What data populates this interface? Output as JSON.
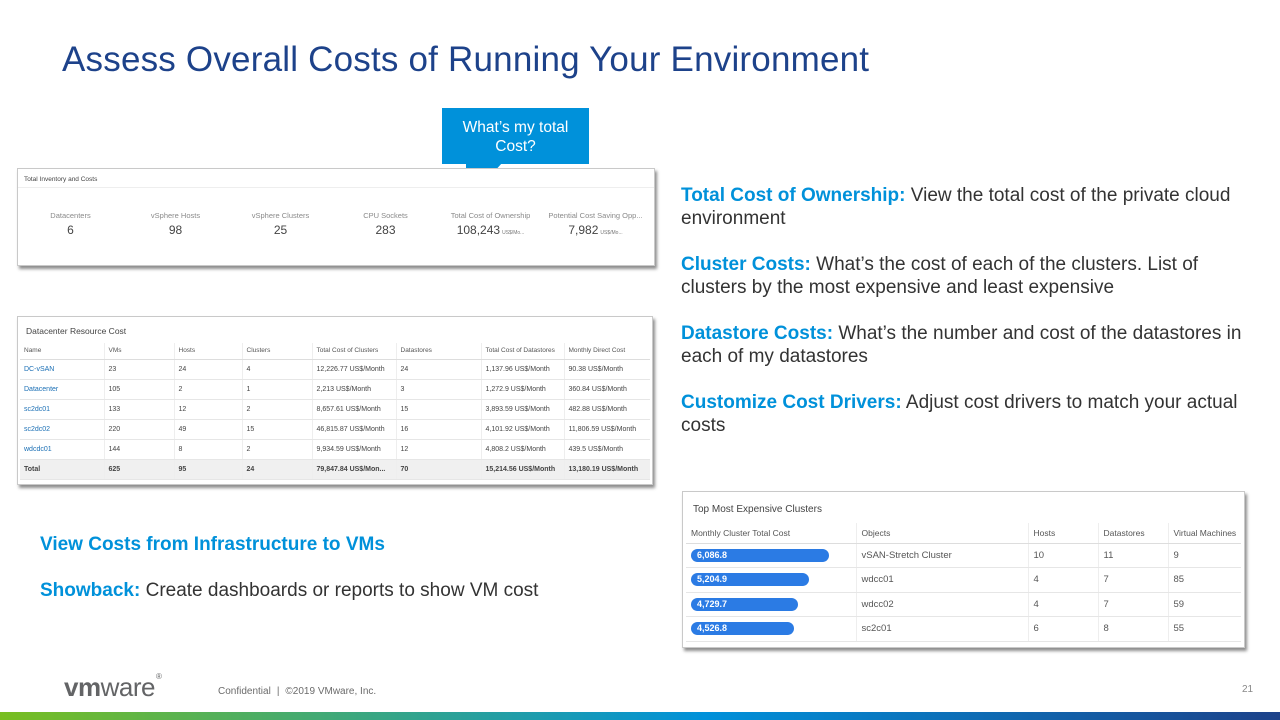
{
  "title": "Assess Overall Costs of Running Your Environment",
  "callout": {
    "text": "What’s my total Cost?"
  },
  "inventory": {
    "title": "Total Inventory and Costs",
    "metrics": [
      {
        "label": "Datacenters",
        "value": "6",
        "unit": ""
      },
      {
        "label": "vSphere Hosts",
        "value": "98",
        "unit": ""
      },
      {
        "label": "vSphere Clusters",
        "value": "25",
        "unit": ""
      },
      {
        "label": "CPU Sockets",
        "value": "283",
        "unit": ""
      },
      {
        "label": "Total Cost of Ownership",
        "value": "108,243",
        "unit": "US$/Mo..."
      },
      {
        "label": "Potential Cost Saving Opp...",
        "value": "7,982",
        "unit": "US$/Mo..."
      }
    ]
  },
  "datacenter_table": {
    "title": "Datacenter Resource Cost",
    "columns": [
      "Name",
      "VMs",
      "Hosts",
      "Clusters",
      "Total Cost of Clusters",
      "Datastores",
      "Total Cost of Datastores",
      "Monthly Direct Cost"
    ],
    "rows": [
      [
        "DC-vSAN",
        "23",
        "24",
        "4",
        "12,226.77 US$/Month",
        "24",
        "1,137.96 US$/Month",
        "90.38 US$/Month"
      ],
      [
        "Datacenter",
        "105",
        "2",
        "1",
        "2,213 US$/Month",
        "3",
        "1,272.9 US$/Month",
        "360.84 US$/Month"
      ],
      [
        "sc2dc01",
        "133",
        "12",
        "2",
        "8,657.61 US$/Month",
        "15",
        "3,893.59 US$/Month",
        "482.88 US$/Month"
      ],
      [
        "sc2dc02",
        "220",
        "49",
        "15",
        "46,815.87 US$/Month",
        "16",
        "4,101.92 US$/Month",
        "11,806.59 US$/Month"
      ],
      [
        "wdcdc01",
        "144",
        "8",
        "2",
        "9,934.59 US$/Month",
        "12",
        "4,808.2 US$/Month",
        "439.5 US$/Month"
      ]
    ],
    "total": [
      "Total",
      "625",
      "95",
      "24",
      "79,847.84 US$/Mon...",
      "70",
      "15,214.56 US$/Month",
      "13,180.19 US$/Month"
    ]
  },
  "right_text": [
    {
      "heading": "Total Cost of Ownership:",
      "body": " View the total cost of the private cloud environment"
    },
    {
      "heading": "Cluster Costs:",
      "body": "  What’s the cost of each of the clusters. List of clusters by the most expensive and least expensive"
    },
    {
      "heading": "Datastore Costs:",
      "body": " What’s the number and cost of the datastores in each of my datastores"
    },
    {
      "heading": "Customize Cost Drivers:",
      "body": " Adjust cost drivers to match your actual costs"
    }
  ],
  "bottom_left": {
    "line1": "View Costs from Infrastructure to VMs",
    "line2_heading": "Showback:",
    "line2_body": " Create dashboards or reports to show VM cost"
  },
  "clusters_table": {
    "title": "Top Most Expensive Clusters",
    "columns": [
      "Monthly Cluster Total Cost",
      "Objects",
      "Hosts",
      "Datastores",
      "Virtual Machines"
    ],
    "max_cost": 6086.8,
    "rows": [
      {
        "cost": "6,086.8",
        "cost_value": 6086.8,
        "object": "vSAN-Stretch Cluster",
        "hosts": "10",
        "datastores": "11",
        "vms": "9"
      },
      {
        "cost": "5,204.9",
        "cost_value": 5204.9,
        "object": "wdcc01",
        "hosts": "4",
        "datastores": "7",
        "vms": "85"
      },
      {
        "cost": "4,729.7",
        "cost_value": 4729.7,
        "object": "wdcc02",
        "hosts": "4",
        "datastores": "7",
        "vms": "59"
      },
      {
        "cost": "4,526.8",
        "cost_value": 4526.8,
        "object": "sc2c01",
        "hosts": "6",
        "datastores": "8",
        "vms": "55"
      }
    ]
  },
  "footer": {
    "logo_vm": "vm",
    "logo_ware": "ware",
    "logo_reg": "®",
    "confidential": "Confidential",
    "pipe": "|",
    "copyright": "©2019 VMware, Inc.",
    "page": "21"
  },
  "colors": {
    "title": "#1d428a",
    "accent": "#0091da",
    "bar": "#2b7be4"
  }
}
